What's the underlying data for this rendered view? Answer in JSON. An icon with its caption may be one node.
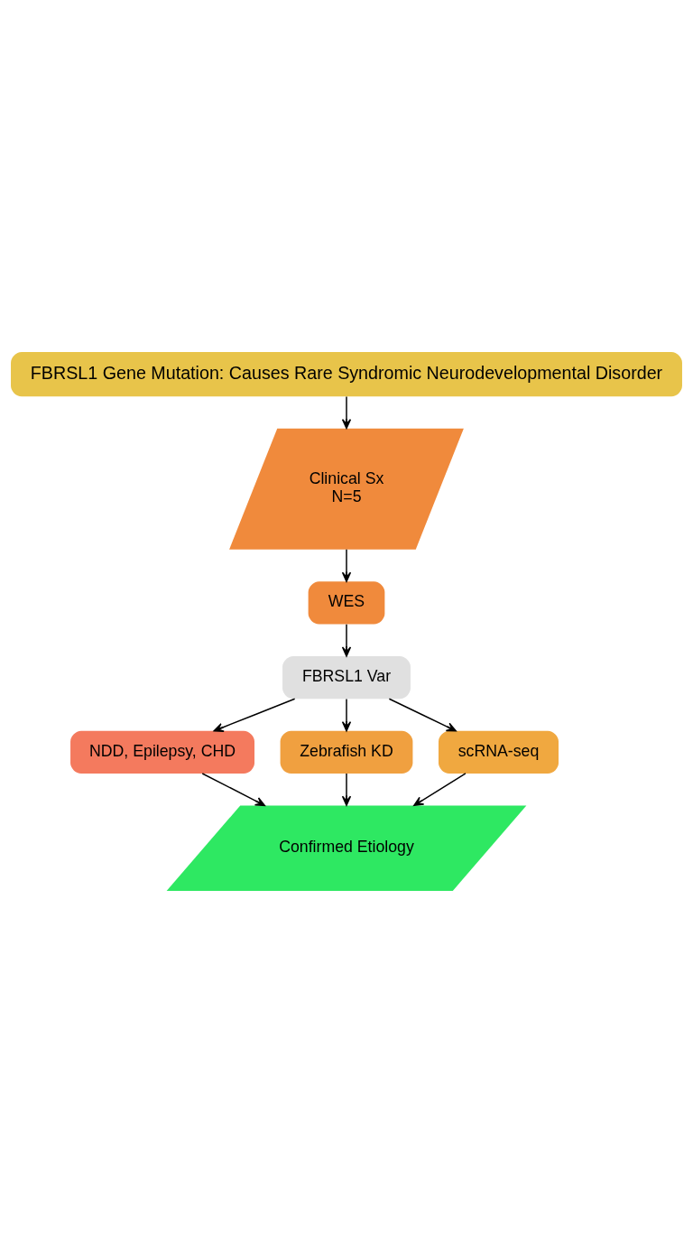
{
  "diagram": {
    "nodes": [
      {
        "text": [
          "FBRSL1 Gene Mutation: Causes Rare Syndromic Neurodevelopmental Disorder"
        ]
      },
      {
        "text": [
          "Clinical Sx",
          "N=5"
        ]
      },
      {
        "text": [
          "WES"
        ]
      },
      {
        "text": [
          "FBRSL1 Var"
        ]
      },
      {
        "text": [
          "NDD, Epilepsy, CHD"
        ]
      },
      {
        "text": [
          "Zebrafish KD"
        ]
      },
      {
        "text": [
          "scRNA-seq"
        ]
      },
      {
        "text": [
          "Confirmed Etiology"
        ]
      }
    ],
    "edges": [
      {
        "from": 0,
        "to": 1,
        "arrow": "to"
      },
      {
        "from": 1,
        "to": 2,
        "arrow": "to"
      },
      {
        "from": 2,
        "to": 3,
        "arrow": "to"
      },
      {
        "from": 3,
        "to": 4,
        "arrow": "to"
      },
      {
        "from": 3,
        "to": 5,
        "arrow": "to"
      },
      {
        "from": 3,
        "to": 6,
        "arrow": "to"
      },
      {
        "from": 4,
        "to": 7,
        "arrow": "to"
      },
      {
        "from": 5,
        "to": 7,
        "arrow": "to"
      },
      {
        "from": 6,
        "to": 7,
        "arrow": "to"
      }
    ]
  }
}
